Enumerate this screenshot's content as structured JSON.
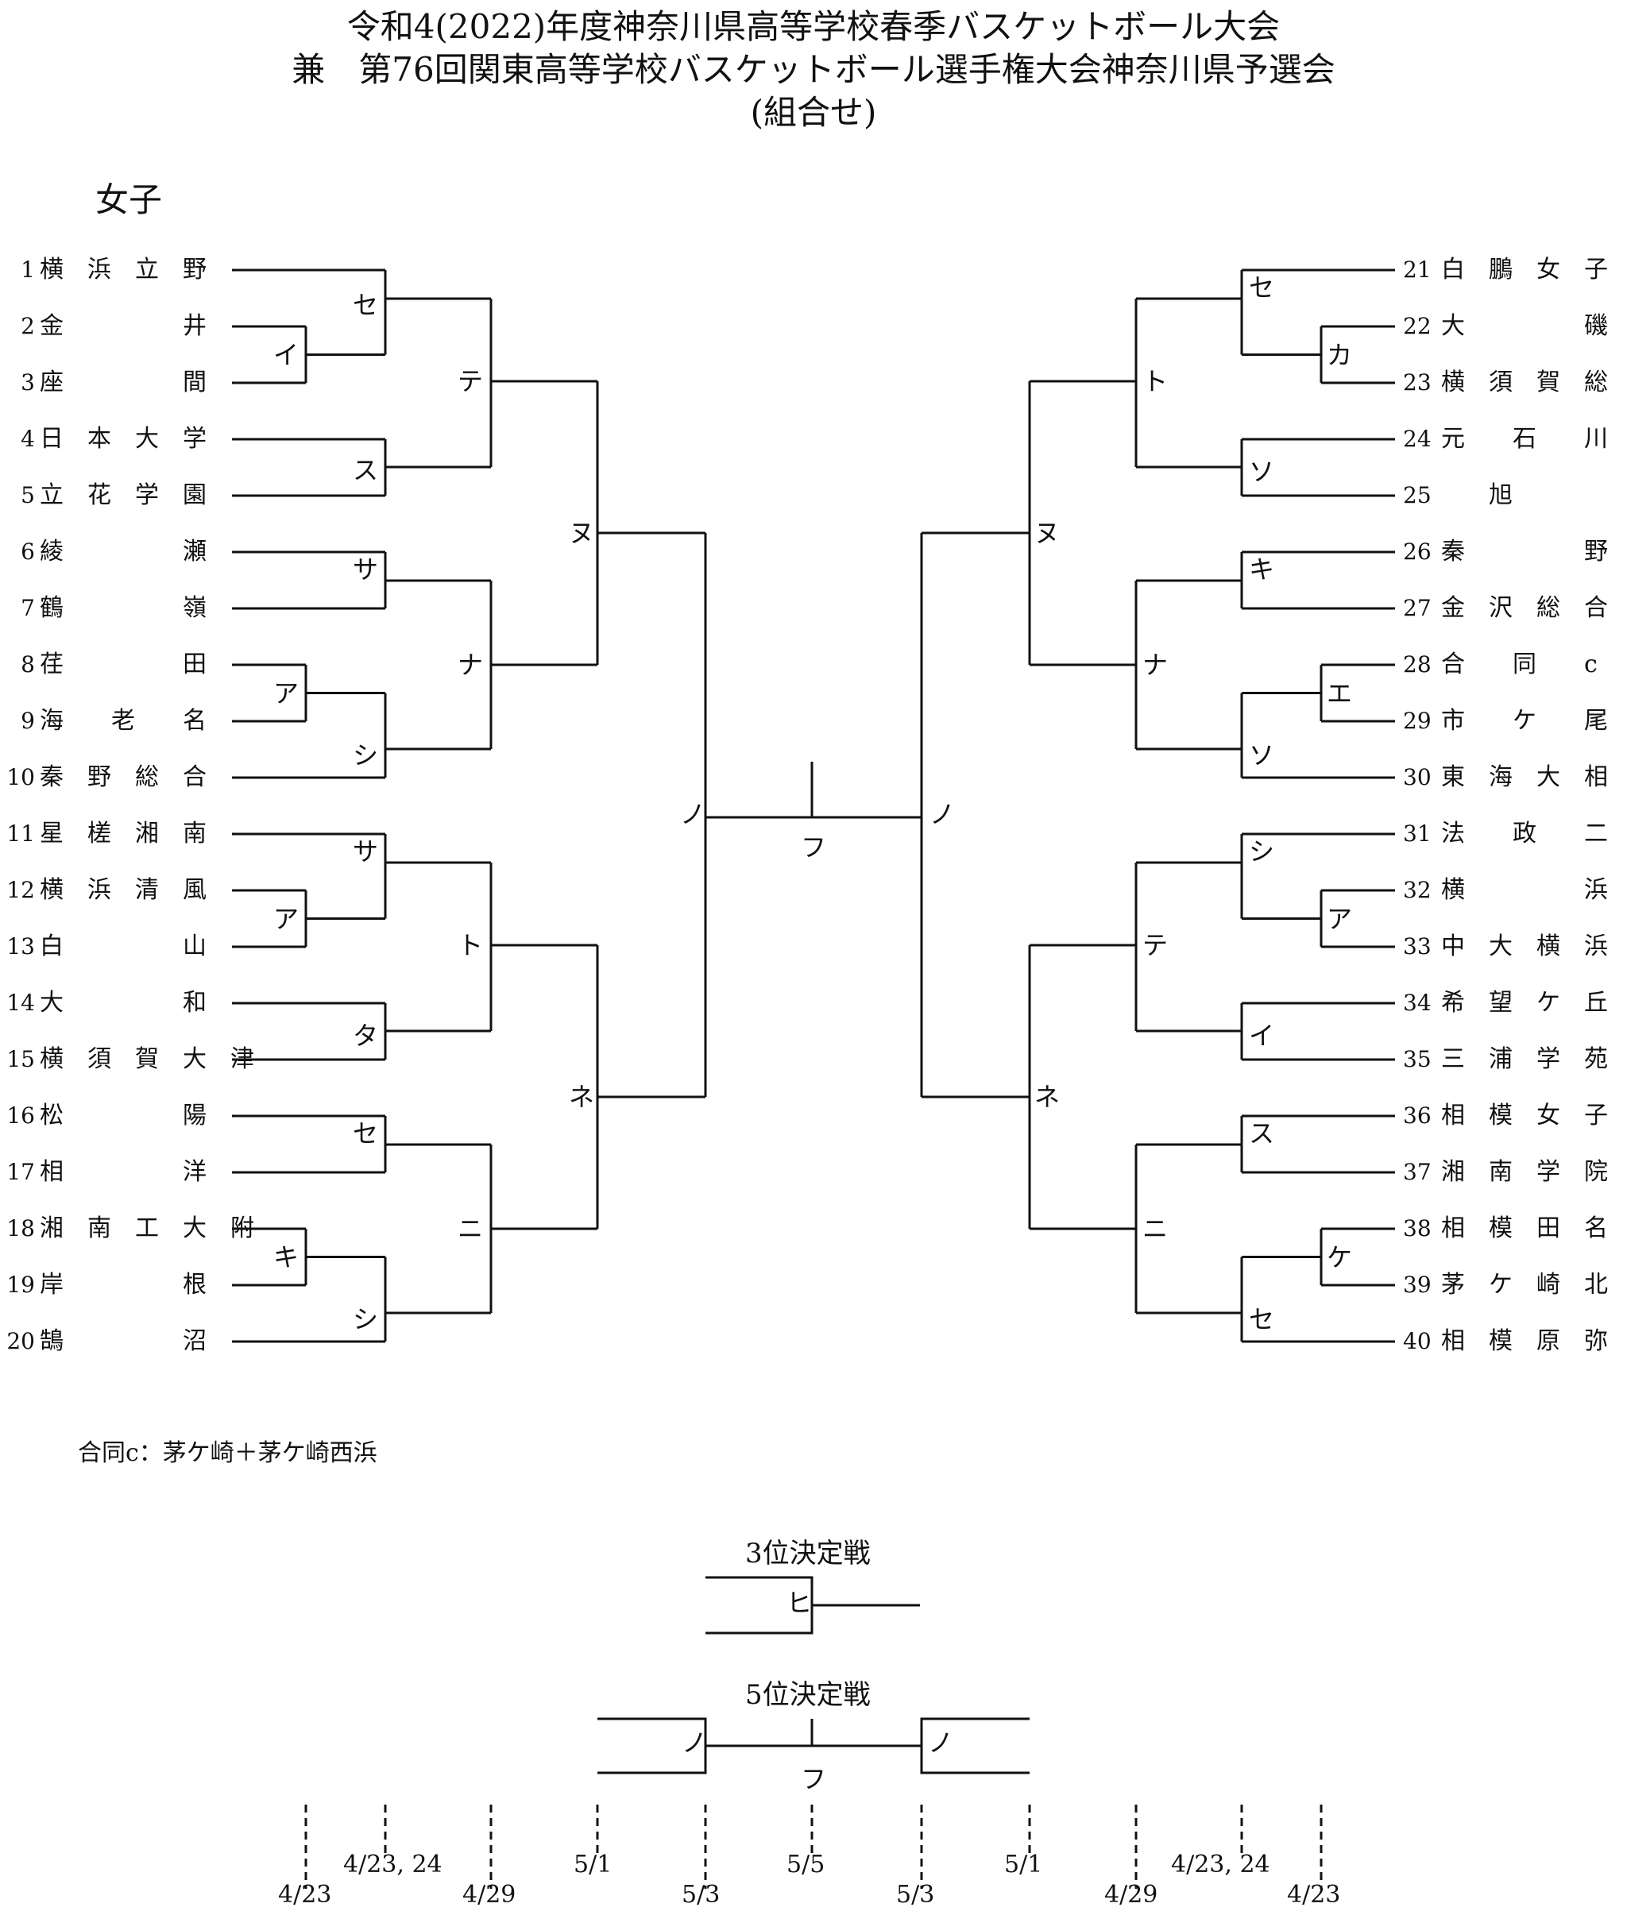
{
  "title": {
    "line1": "令和4(2022)年度神奈川県高等学校春季バスケットボール大会",
    "line2": "兼　第76回関東高等学校バスケットボール選手権大会神奈川県予選会",
    "line3": "(組合せ)"
  },
  "section": "女子",
  "left_teams": [
    {
      "num": "1",
      "name": "横　浜　立　野"
    },
    {
      "num": "2",
      "name": "金　　　　　井"
    },
    {
      "num": "3",
      "name": "座　　　　　間"
    },
    {
      "num": "4",
      "name": "日　本　大　学"
    },
    {
      "num": "5",
      "name": "立　花　学　園"
    },
    {
      "num": "6",
      "name": "綾　　　　　瀬"
    },
    {
      "num": "7",
      "name": "鶴　　　　　嶺"
    },
    {
      "num": "8",
      "name": "荏　　　　　田"
    },
    {
      "num": "9",
      "name": "海　　老　　名"
    },
    {
      "num": "10",
      "name": "秦　野　総　合"
    },
    {
      "num": "11",
      "name": "星　槎　湘　南"
    },
    {
      "num": "12",
      "name": "横　浜　清　風"
    },
    {
      "num": "13",
      "name": "白　　　　　山"
    },
    {
      "num": "14",
      "name": "大　　　　　和"
    },
    {
      "num": "15",
      "name": "横　須　賀　大　津"
    },
    {
      "num": "16",
      "name": "松　　　　　陽"
    },
    {
      "num": "17",
      "name": "相　　　　　洋"
    },
    {
      "num": "18",
      "name": "湘　南　工　大　附"
    },
    {
      "num": "19",
      "name": "岸　　　　　根"
    },
    {
      "num": "20",
      "name": "鵠　　　　　沼"
    }
  ],
  "right_teams": [
    {
      "num": "21",
      "name": "白　鵬　女　子"
    },
    {
      "num": "22",
      "name": "大　　　　　磯"
    },
    {
      "num": "23",
      "name": "横　須　賀　総　合"
    },
    {
      "num": "24",
      "name": "元　　石　　川"
    },
    {
      "num": "25",
      "name": "　　旭"
    },
    {
      "num": "26",
      "name": "秦　　　　　野"
    },
    {
      "num": "27",
      "name": "金　沢　総　合"
    },
    {
      "num": "28",
      "name": "合　　同　　c"
    },
    {
      "num": "29",
      "name": "市　　ケ　　尾"
    },
    {
      "num": "30",
      "name": "東　海　大　相　模"
    },
    {
      "num": "31",
      "name": "法　　政　　二"
    },
    {
      "num": "32",
      "name": "横　　　　　浜"
    },
    {
      "num": "33",
      "name": "中　大　横　浜"
    },
    {
      "num": "34",
      "name": "希　望　ケ　丘"
    },
    {
      "num": "35",
      "name": "三　浦　学　苑"
    },
    {
      "num": "36",
      "name": "相　模　女　子　大"
    },
    {
      "num": "37",
      "name": "湘　南　学　院"
    },
    {
      "num": "38",
      "name": "相　模　田　名"
    },
    {
      "num": "39",
      "name": "茅　ケ　崎　北　陵"
    },
    {
      "num": "40",
      "name": "相　模　原　弥　栄"
    }
  ],
  "match_labels": {
    "L1": "イ",
    "L2": "セ",
    "L3": "ス",
    "L4": "テ",
    "L5": "サ",
    "L6": "ア",
    "L7": "シ",
    "L8": "ナ",
    "L9": "ヌ",
    "L10": "サ",
    "L11": "ア",
    "L12": "タ",
    "L13": "ト",
    "L14": "セ",
    "L15": "キ",
    "L16": "シ",
    "L17": "ニ",
    "L18": "ネ",
    "L19": "ノ",
    "F": "フ",
    "R1": "カ",
    "R2": "セ",
    "R3": "ソ",
    "R4": "ト",
    "R5": "キ",
    "R6": "エ",
    "R7": "ソ",
    "R8": "ナ",
    "R9": "ヌ",
    "R10": "ア",
    "R11": "シ",
    "R12": "イ",
    "R13": "テ",
    "R14": "ス",
    "R15": "ケ",
    "R16": "セ",
    "R17": "ニ",
    "R18": "ネ",
    "R19": "ノ"
  },
  "note": "合同c：茅ケ崎＋茅ケ崎西浜",
  "third_place": {
    "title": "3位決定戦",
    "label": "ヒ"
  },
  "fifth_place": {
    "title": "5位決定戦",
    "left": "ノ",
    "center": "フ",
    "right": "ノ"
  },
  "dates": {
    "d1": "4/23",
    "d2": "4/23, 24",
    "d3": "4/29",
    "d4": "5/1",
    "d5": "5/3",
    "d6": "5/5",
    "d7": "5/3",
    "d8": "5/1",
    "d9": "4/29",
    "d10": "4/23, 24",
    "d11": "4/23"
  }
}
